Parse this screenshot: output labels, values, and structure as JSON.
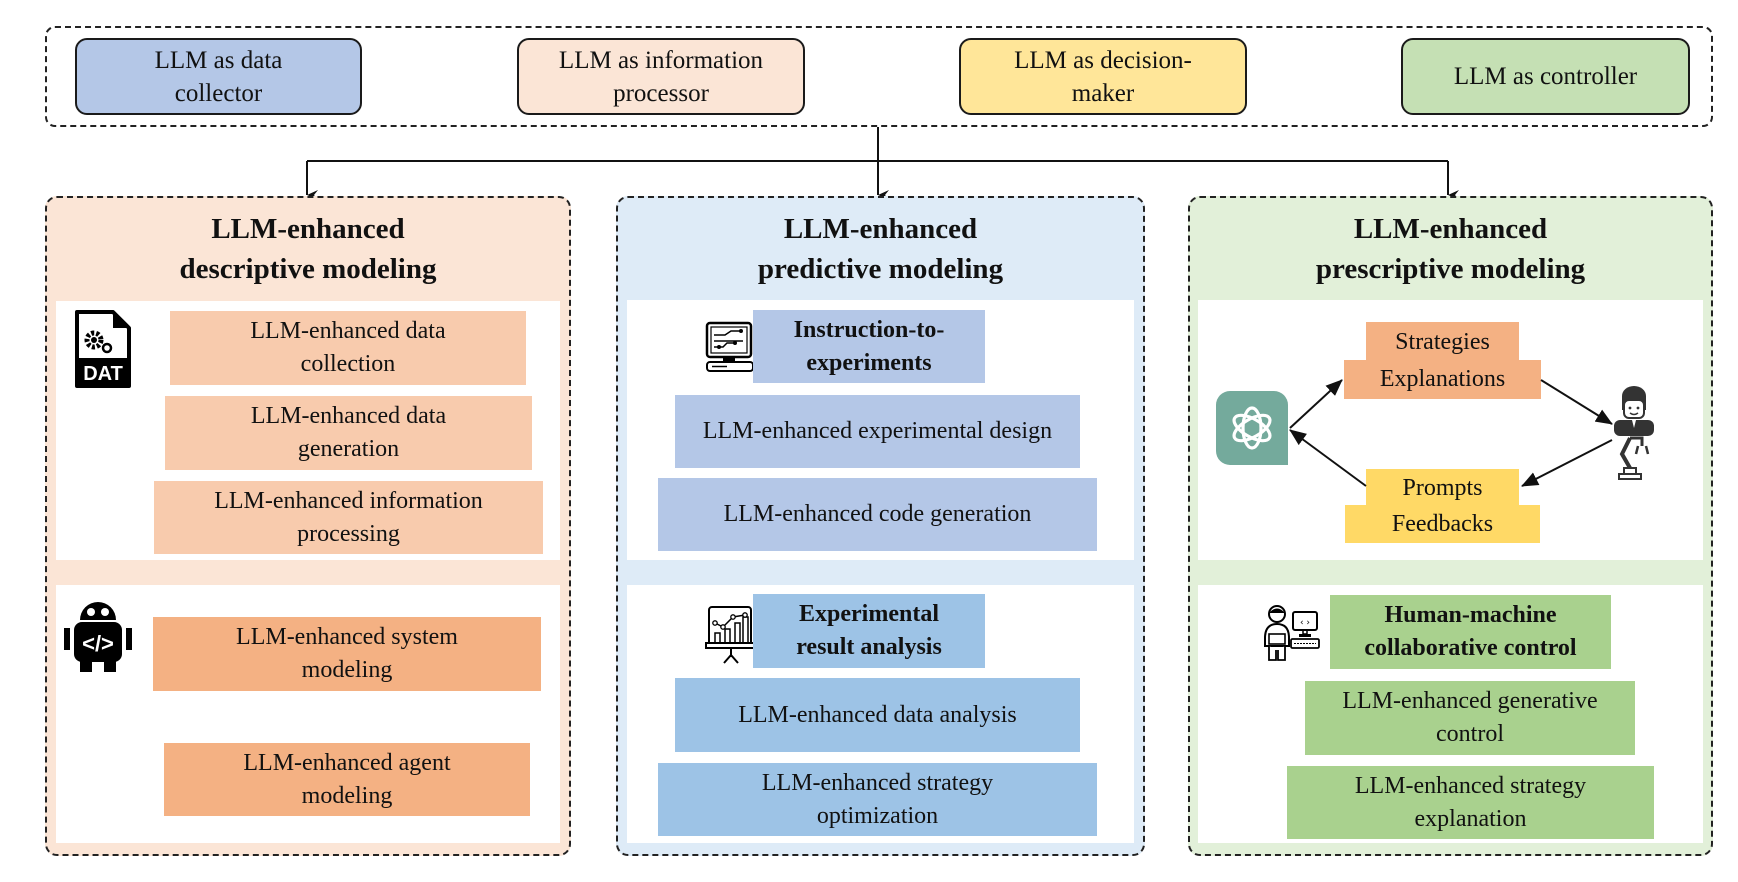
{
  "roles": [
    {
      "label": "LLM as data collector",
      "color": "#b4c7e7"
    },
    {
      "label": "LLM as information processor",
      "color": "#fbe5d6"
    },
    {
      "label": "LLM as decision-maker",
      "color": "#ffe699"
    },
    {
      "label": "LLM as controller",
      "color": "#c5e0b4"
    }
  ],
  "panels": {
    "descriptive": {
      "title_line1": "LLM-enhanced",
      "title_line2": "descriptive modeling",
      "bg": "#fbe5d6",
      "section1": {
        "icon": "dat-file-icon",
        "items": [
          "LLM-enhanced data collection",
          "LLM-enhanced data generation",
          "LLM-enhanced information processing"
        ],
        "color": "#f8cbad"
      },
      "section2": {
        "icon": "robot-code-icon",
        "items": [
          "LLM-enhanced system modeling",
          "LLM-enhanced agent modeling"
        ],
        "color": "#f4b183"
      }
    },
    "predictive": {
      "title_line1": "LLM-enhanced",
      "title_line2": "predictive modeling",
      "bg": "#deebf7",
      "section1": {
        "icon": "computer-circuit-icon",
        "header": "Instruction-to-experiments",
        "items": [
          "LLM-enhanced experimental design",
          "LLM-enhanced code generation"
        ],
        "color": "#b4c7e7"
      },
      "section2": {
        "icon": "presentation-chart-icon",
        "header": "Experimental result analysis",
        "items": [
          "LLM-enhanced data analysis",
          "LLM-enhanced strategy optimization"
        ],
        "color": "#9dc3e6"
      }
    },
    "prescriptive": {
      "title_line1": "LLM-enhanced",
      "title_line2": "prescriptive modeling",
      "bg": "#e2f0d9",
      "loop": {
        "left_icon": "openai-logo-icon",
        "right_icon": "human-robot-arm-icon",
        "top_line1": "Strategies",
        "top_line2": "Explanations",
        "top_color": "#f4b183",
        "bottom_line1": "Prompts",
        "bottom_line2": "Feedbacks",
        "bottom_color": "#ffd966",
        "logo_color": "#74aa9c"
      },
      "section2": {
        "icon": "human-computer-icon",
        "header": "Human-machine collaborative control",
        "items": [
          "LLM-enhanced generative control",
          "LLM-enhanced strategy explanation"
        ],
        "color": "#a9d18e"
      }
    }
  }
}
